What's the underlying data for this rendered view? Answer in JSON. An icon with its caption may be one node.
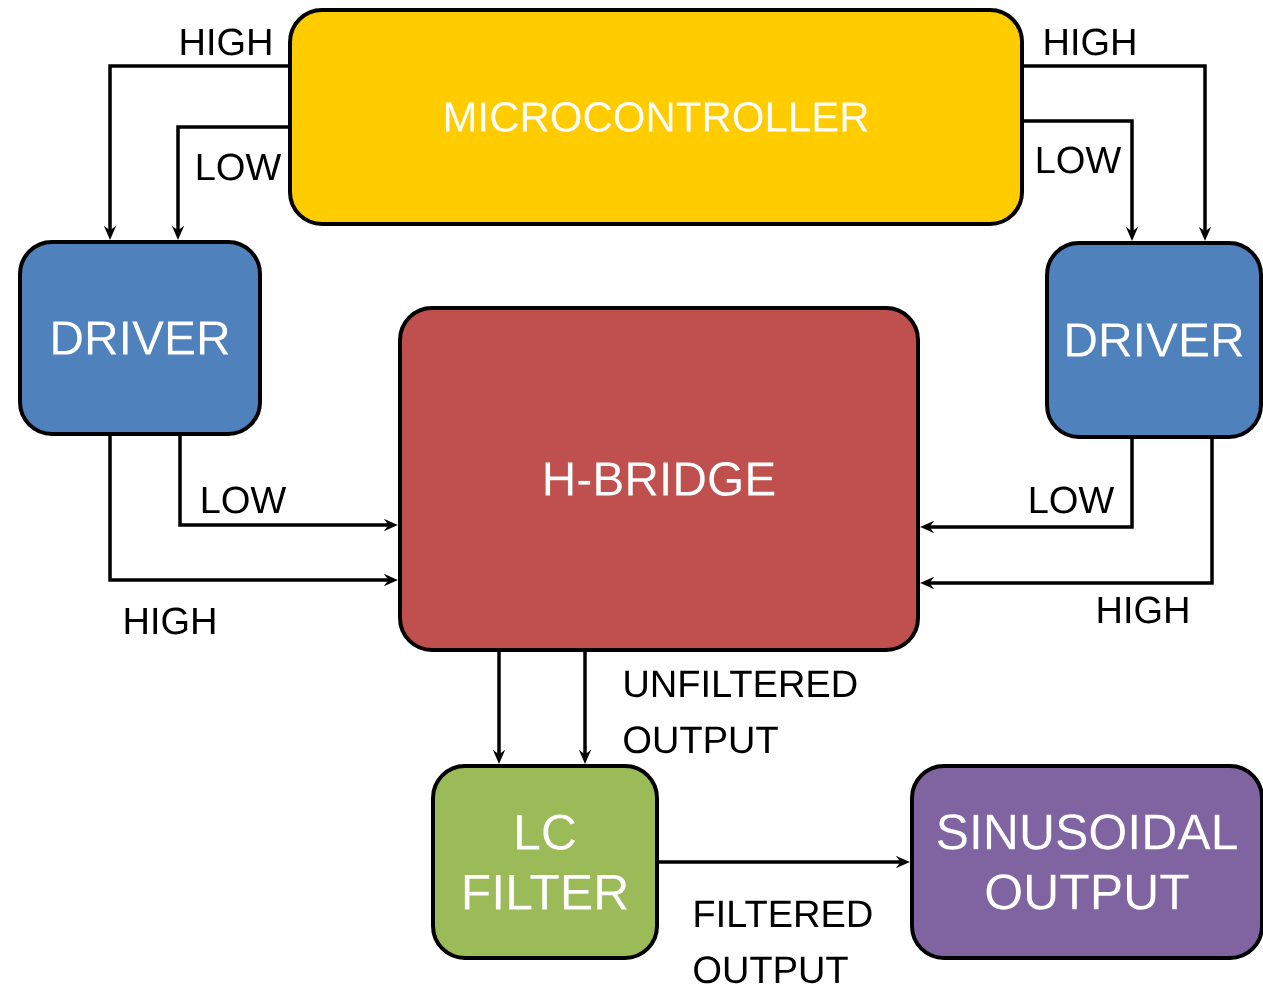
{
  "diagram": {
    "nodes": [
      {
        "text": [
          "MICROCONTROLLER"
        ]
      },
      {
        "text": [
          "DRIVER"
        ]
      },
      {
        "text": [
          "DRIVER"
        ]
      },
      {
        "text": [
          "H-BRIDGE"
        ]
      },
      {
        "text": [
          "LC FILTER"
        ]
      },
      {
        "text": [
          "SINUSOIDAL OUTPUT"
        ]
      }
    ],
    "edges": [
      {
        "from": 0,
        "to": 1,
        "arrow": "to",
        "label": "HIGH"
      },
      {
        "from": 0,
        "to": 1,
        "arrow": "to",
        "label": "LOW"
      },
      {
        "from": 0,
        "to": 2,
        "arrow": "to",
        "label": "HIGH"
      },
      {
        "from": 0,
        "to": 2,
        "arrow": "to",
        "label": "LOW"
      },
      {
        "from": 1,
        "to": 3,
        "arrow": "to",
        "label": "LOW"
      },
      {
        "from": 1,
        "to": 3,
        "arrow": "to",
        "label": "HIGH"
      },
      {
        "from": 2,
        "to": 3,
        "arrow": "to",
        "label": "LOW"
      },
      {
        "from": 2,
        "to": 3,
        "arrow": "to",
        "label": "HIGH"
      },
      {
        "from": 3,
        "to": 4,
        "arrow": "to"
      },
      {
        "from": 3,
        "to": 4,
        "arrow": "to",
        "label": "UNFILTERED OUTPUT"
      },
      {
        "from": 4,
        "to": 5,
        "arrow": "to",
        "label": "FILTERED OUTPUT"
      }
    ]
  }
}
